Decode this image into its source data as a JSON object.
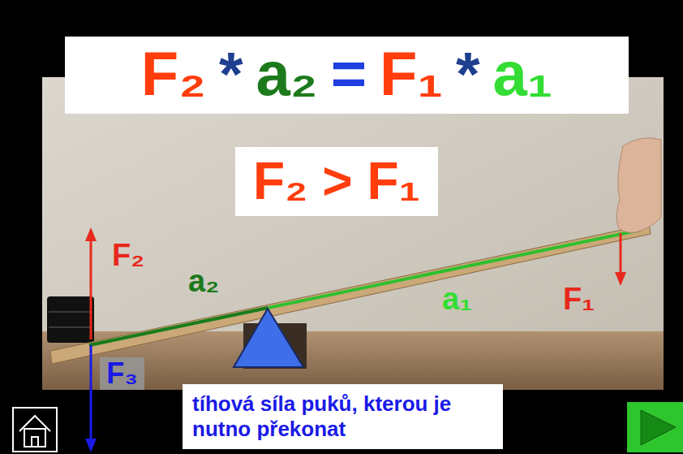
{
  "diagram": {
    "nodes": [
      {
        "text": [
          "F₂",
          "*",
          "a₂",
          "=",
          "F₁",
          "*",
          "a₁"
        ]
      },
      {
        "text": [
          "F₂ > F₁"
        ]
      },
      {
        "text": [
          "F₃"
        ]
      },
      {
        "text": [
          "tíhová síla puků, kterou je nutno překonat"
        ]
      }
    ],
    "labels": [
      "F₂",
      "a₂",
      "a₁",
      "F₁"
    ]
  }
}
